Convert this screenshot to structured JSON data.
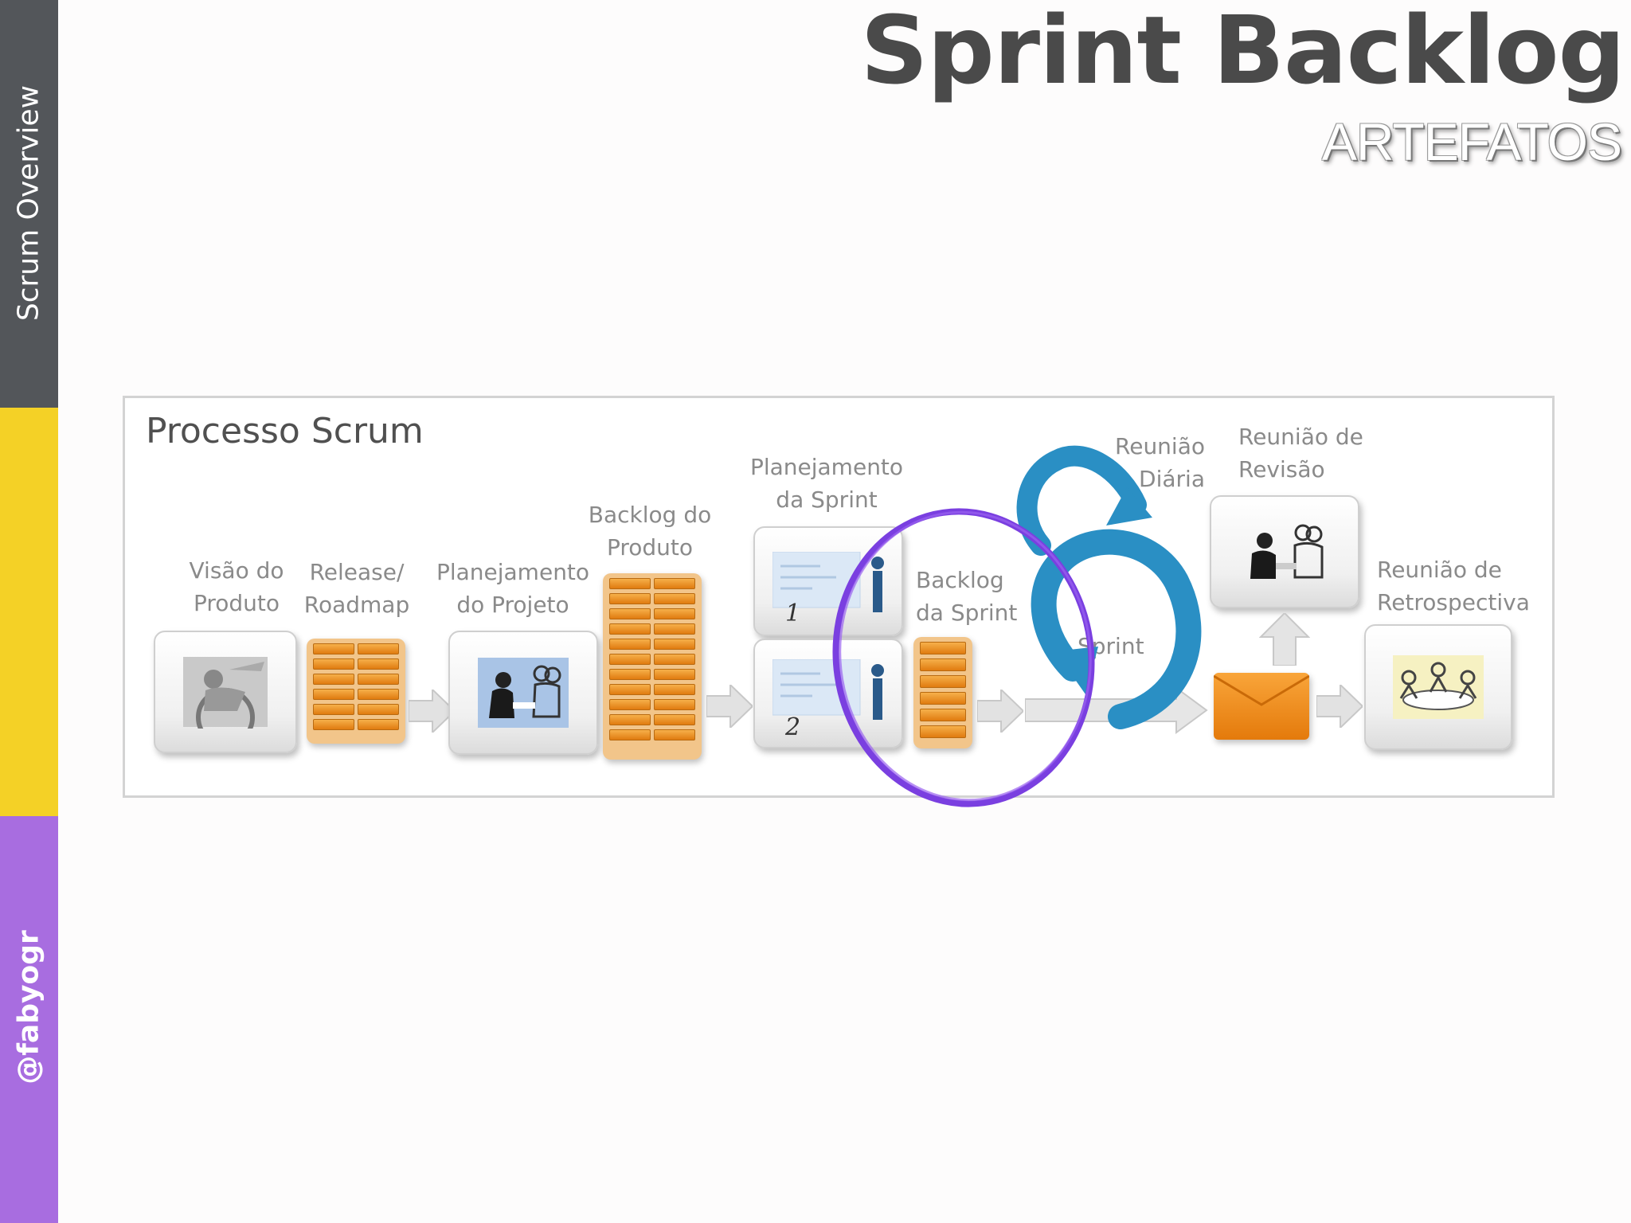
{
  "sidebar": {
    "top_label": "Scrum Overview",
    "bottom_label": "@fabyogr",
    "colors": {
      "top": "#53565a",
      "middle": "#f4d126",
      "bottom": "#a86de0"
    }
  },
  "header": {
    "title": "Sprint Backlog",
    "subtitle": "ARTEFATOS"
  },
  "diagram": {
    "title": "Processo Scrum",
    "steps": {
      "visao": "Visão do\nProduto",
      "release": "Release/\nRoadmap",
      "plan_projeto": "Planejamento\ndo Projeto",
      "backlog_produto": "Backlog do\nProduto",
      "plan_sprint": "Planejamento\nda Sprint",
      "backlog_sprint": "Backlog\nda Sprint",
      "reuniao_diaria": "Reunião\nDiária",
      "sprint": "Sprint",
      "revisao": "Reunião de\nRevisão",
      "retrospectiva": "Reunião de\nRetrospectiva"
    },
    "plan_numbers": [
      "1",
      "2"
    ],
    "highlight_color": "#7a3fe0",
    "accent_orange": "#ee8a1a",
    "cycle_blue": "#2a8fc4"
  }
}
